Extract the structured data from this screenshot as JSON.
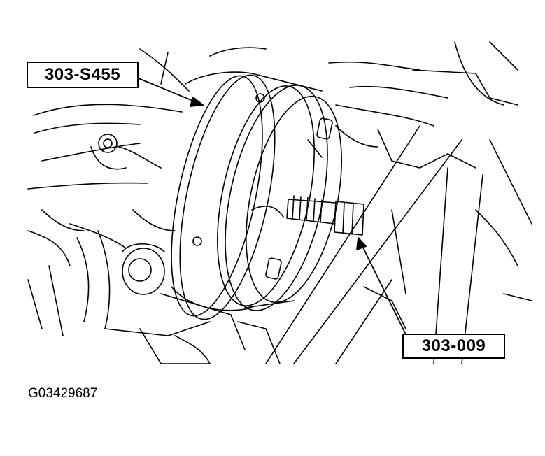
{
  "diagram": {
    "callouts": [
      {
        "label": "303-S455"
      },
      {
        "label": "303-009"
      }
    ],
    "figure_id": "G03429687"
  }
}
